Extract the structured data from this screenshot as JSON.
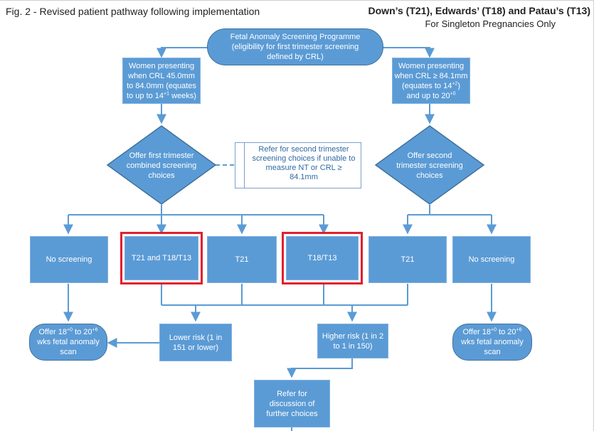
{
  "header": {
    "figure_title": "Fig. 2 - Revised patient pathway following implementation",
    "conditions": "Down’s (T21), Edwards’ (T18) and Patau’s (T13)",
    "scope": "For Singleton Pregnancies Only"
  },
  "nodes": {
    "programme": "Fetal Anomaly Screening Programme (eligibility for first trimester screening defined by CRL)",
    "women_left": {
      "l1": "Women presenting",
      "l2": "when  CRL 45.0mm",
      "l3": "to 84.0mm (equates",
      "l4a": "to up to 14",
      "l4sup": "+1",
      "l4b": " weeks)"
    },
    "women_right": {
      "l1": "Women presenting",
      "l2": "when CRL ≥ 84.1mm",
      "l3a": "(equates to 14",
      "l3sup": "+2",
      "l3b": ")",
      "l4a": "and up  to 20",
      "l4sup": "+0"
    },
    "offer_first": "Offer first trimester combined screening choices",
    "offer_second": "Offer second trimester screening choices",
    "refer_note": "Refer for second trimester screening choices if unable to measure NT or CRL ≥ 84.1mm",
    "no_screening_left": "No screening",
    "t21_t18_t13": "T21 and T18/T13",
    "t21_mid": "T21",
    "t18_t13": "T18/T13",
    "t21_right": "T21",
    "no_screening_right": "No screening",
    "offer_scan_left": {
      "l1a": "Offer 18",
      "l1sup1": "+0",
      "l1b": " to 20",
      "l1sup2": "+6",
      "l2": "wks fetal anomaly",
      "l3": "scan"
    },
    "offer_scan_right": {
      "l1a": "Offer 18",
      "l1sup1": "+0",
      "l1b": " to 20",
      "l1sup2": "+6",
      "l2": "wks fetal anomaly",
      "l3": "scan"
    },
    "lower_risk": "Lower risk (1 in 151 or lower)",
    "higher_risk": "Higher risk (1 in 2 to 1 in 150)",
    "refer_discussion": "Refer for discussion of further choices"
  },
  "colors": {
    "node_fill": "#5b9bd5",
    "node_border": "#41719c",
    "connector": "#5b9bd5",
    "highlight_border": "#e21f2c",
    "note_text": "#2f6aa6"
  }
}
